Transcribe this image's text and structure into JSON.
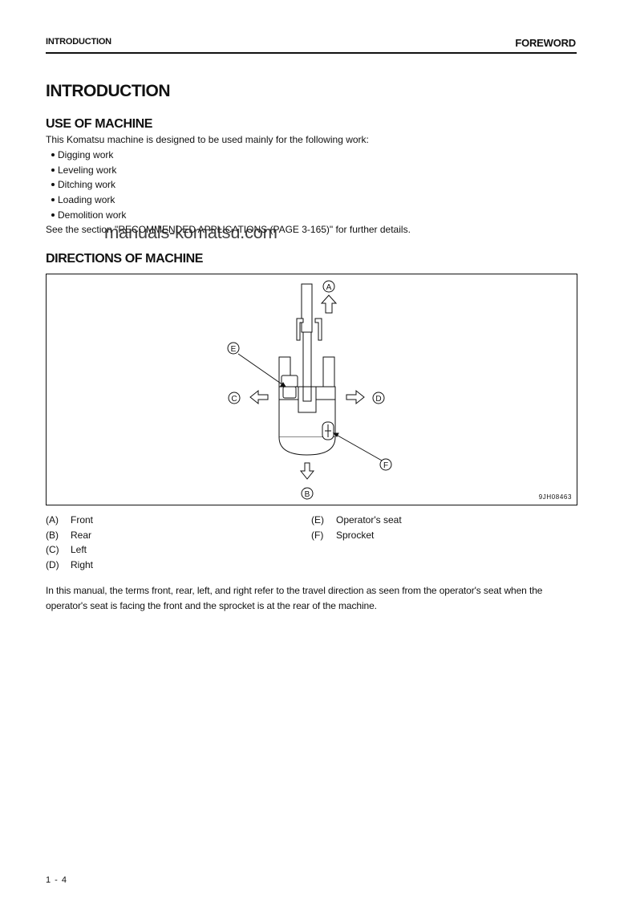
{
  "header": {
    "left": "INTRODUCTION",
    "right": "FOREWORD"
  },
  "title": "INTRODUCTION",
  "use_section": {
    "heading": "USE OF MACHINE",
    "intro": "This Komatsu machine is designed to be used mainly for the following work:",
    "items": [
      "Digging work",
      "Leveling work",
      "Ditching work",
      "Loading work",
      "Demolition work"
    ],
    "see_text": "See the section \"RECOMMENDED APPLICATIONS (PAGE 3-165)\" for further details."
  },
  "watermark": "manuals-komatsu.com",
  "directions_section": {
    "heading": "DIRECTIONS OF MACHINE",
    "figure_code": "9JH08463",
    "markers": {
      "a": "A",
      "b": "B",
      "c": "C",
      "d": "D",
      "e": "E",
      "f": "F"
    },
    "legend": [
      {
        "key": "(A)",
        "label": "Front"
      },
      {
        "key": "(B)",
        "label": "Rear"
      },
      {
        "key": "(C)",
        "label": "Left"
      },
      {
        "key": "(D)",
        "label": "Right"
      },
      {
        "key": "(E)",
        "label": "Operator's seat"
      },
      {
        "key": "(F)",
        "label": "Sprocket"
      }
    ],
    "paragraph": "In this manual, the terms front, rear, left, and right refer to the travel direction as seen from the operator's seat when the operator's seat is facing the front and the sprocket is at the rear of the machine."
  },
  "page_number": "1 - 4"
}
